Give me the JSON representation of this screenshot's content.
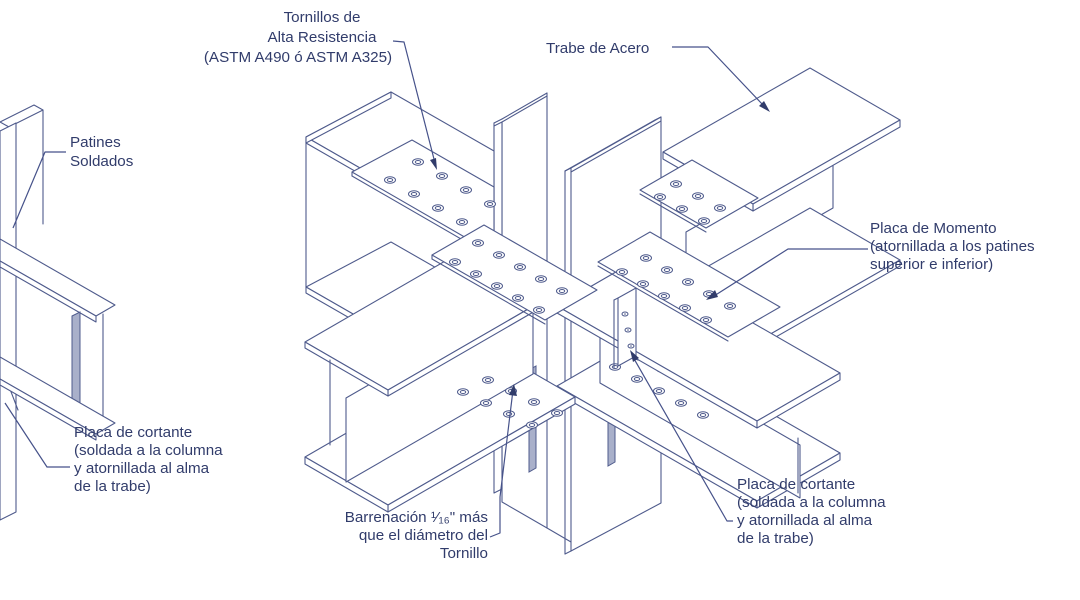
{
  "labels": {
    "tornillos": {
      "line1": "Tornillos de",
      "line2": "Alta Resistencia",
      "line3": "(ASTM A490 ó ASTM A325)"
    },
    "trabe_acero": "Trabe de Acero",
    "patines_soldados": {
      "line1": "Patines",
      "line2": "Soldados"
    },
    "placa_cortante_izquierda": {
      "line1": "Placa de cortante",
      "line2": "(soldada a la columna",
      "line3": "y atornillada al alma",
      "line4": "de la trabe)"
    },
    "placa_momento": {
      "line1": "Placa de Momento",
      "line2": "(atornillada a los patines",
      "line3": "superior e inferior)"
    },
    "placa_cortante_derecha": {
      "line1": "Placa de cortante",
      "line2": "(soldada a la columna",
      "line3": "y atornillada al alma",
      "line4": "de la trabe)"
    },
    "barrenacion": {
      "line1": "Barrenación ¹⁄₁₆\" más",
      "line2": "que el diámetro del",
      "line3": "Tornillo"
    }
  },
  "colors": {
    "background": "#ffffff",
    "drawing_line": "#4f5b8c",
    "text": "#313c6b",
    "web_shading": "#a9b0ca"
  }
}
